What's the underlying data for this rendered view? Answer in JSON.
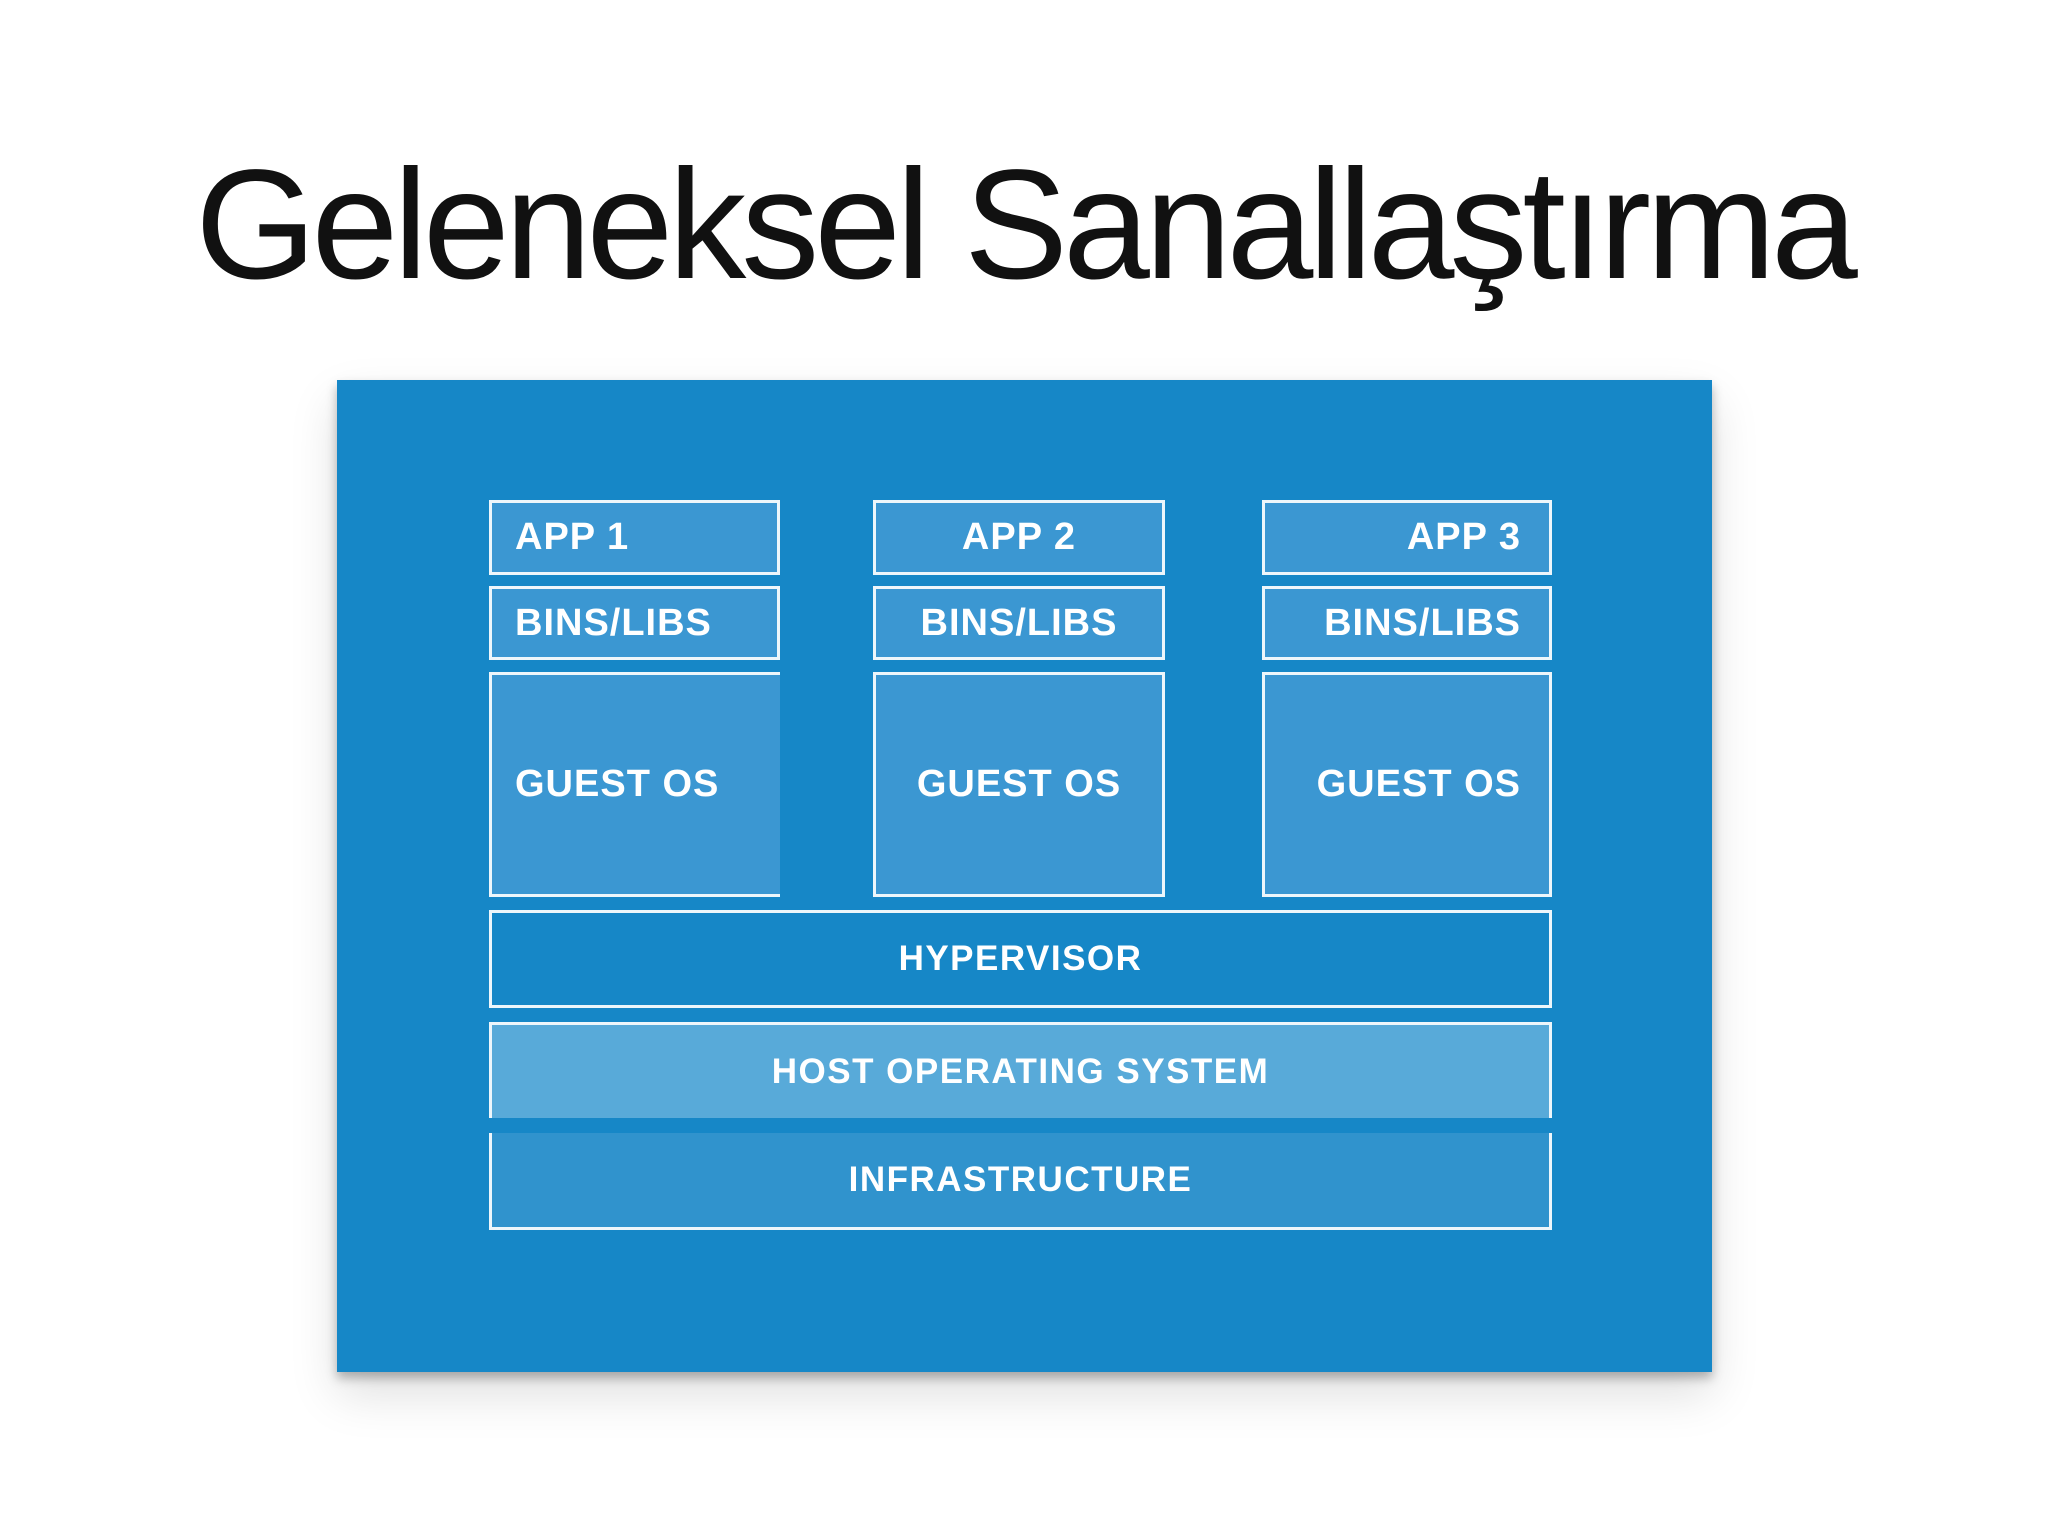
{
  "slide": {
    "title": "Geleneksel Sanallaştırma"
  },
  "diagram": {
    "columns": [
      {
        "app_label": "APP 1",
        "bins_label": "BINS/LIBS",
        "guest_label": "GUEST OS"
      },
      {
        "app_label": "APP 2",
        "bins_label": "BINS/LIBS",
        "guest_label": "GUEST OS"
      },
      {
        "app_label": "APP 3",
        "bins_label": "BINS/LIBS",
        "guest_label": "GUEST OS"
      }
    ],
    "layers": [
      {
        "label": "HYPERVISOR"
      },
      {
        "label": "HOST OPERATING SYSTEM"
      },
      {
        "label": "INFRASTRUCTURE"
      }
    ]
  },
  "theme": {
    "page_bg": "#ffffff",
    "panel_bg": "#1687c7",
    "box_fill": "#3b97d2",
    "host_fill": "#58aad9",
    "infra_fill": "#3093cd",
    "box_border": "#edf6fb",
    "label_color": "#ffffff",
    "title_color": "#111111"
  }
}
